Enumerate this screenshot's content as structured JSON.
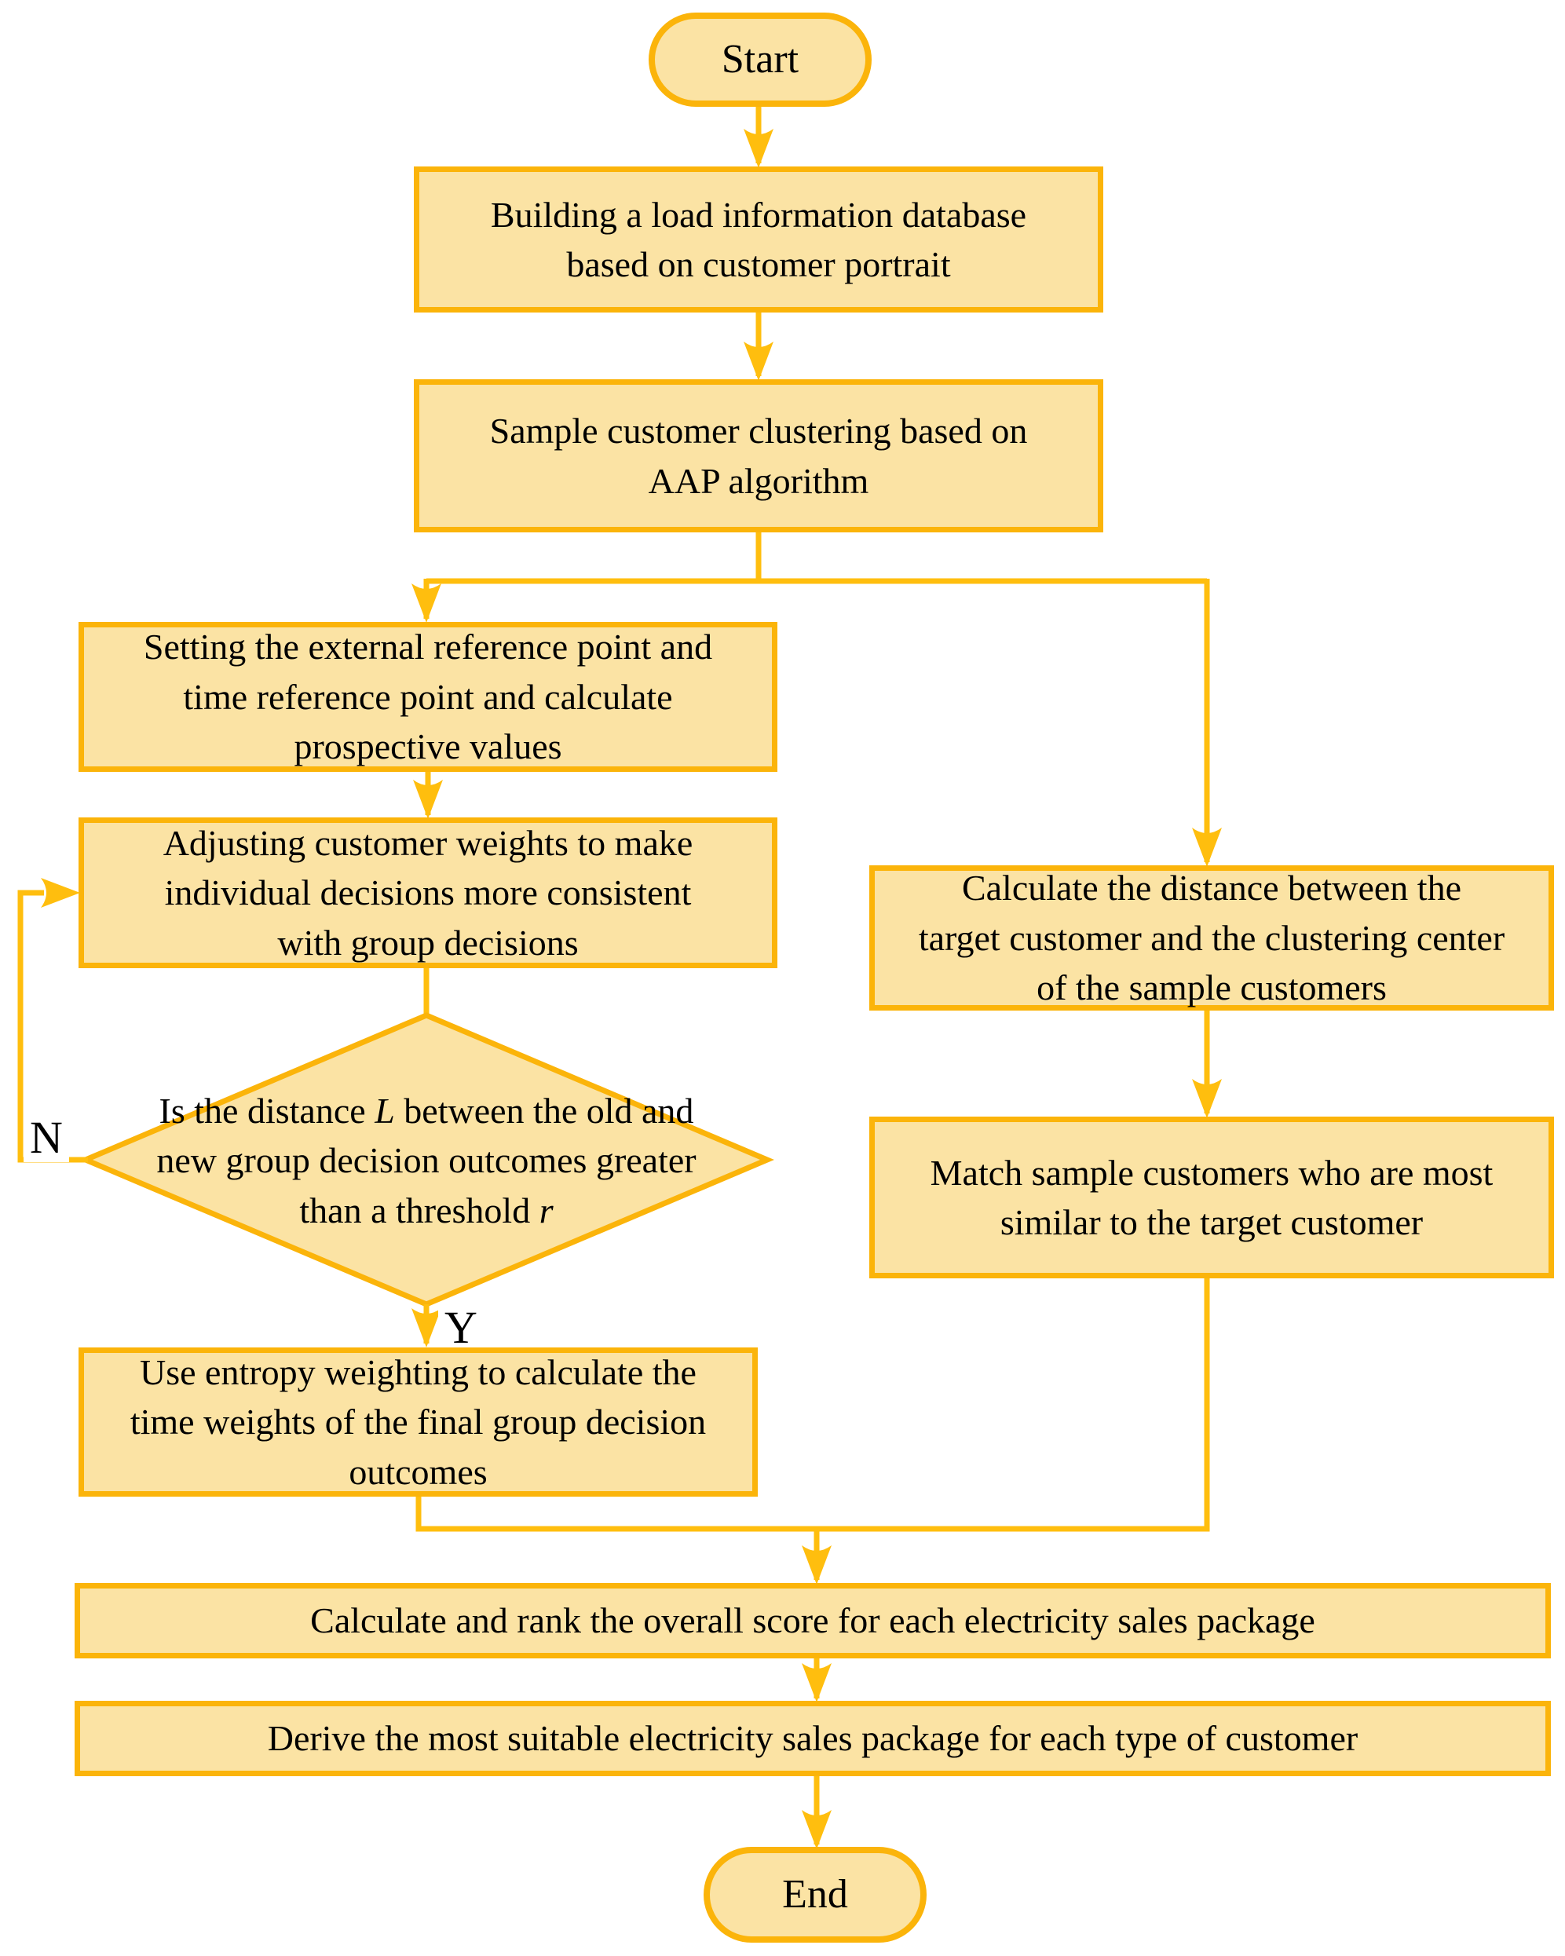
{
  "palette": {
    "bg": "#ffffff",
    "border": "#fbb40a",
    "fill": "#fbe3a4",
    "line": "#ffbe0e",
    "text": "#000000"
  },
  "nodes": {
    "start": {
      "label": "Start"
    },
    "build_db": {
      "label": "Building a load information database\nbased on customer portrait"
    },
    "clustering": {
      "label": "Sample customer clustering based on\nAAP algorithm"
    },
    "reference": {
      "label": "Setting the external reference point and\ntime reference point and calculate\nprospective values"
    },
    "adjust": {
      "label": "Adjusting customer weights to make\nindividual decisions more consistent\nwith group decisions"
    },
    "decision": {
      "text_before": "Is the distance ",
      "var1": "L",
      "text_middle": " between the old and\nnew group decision outcomes greater\nthan a threshold ",
      "var2": "r"
    },
    "entropy": {
      "label": "Use entropy weighting to calculate the\ntime weights of the final group decision\noutcomes"
    },
    "calc_distance": {
      "label": "Calculate the distance between the\ntarget customer and the clustering center\nof the sample customers"
    },
    "match": {
      "label": "Match sample customers who are most\nsimilar to the target customer"
    },
    "score": {
      "label": "Calculate and rank the overall score for each electricity sales package"
    },
    "derive": {
      "label": "Derive the most suitable electricity sales package for each type of customer"
    },
    "end": {
      "label": "End"
    }
  },
  "edge_labels": {
    "no": "N",
    "yes": "Y"
  }
}
